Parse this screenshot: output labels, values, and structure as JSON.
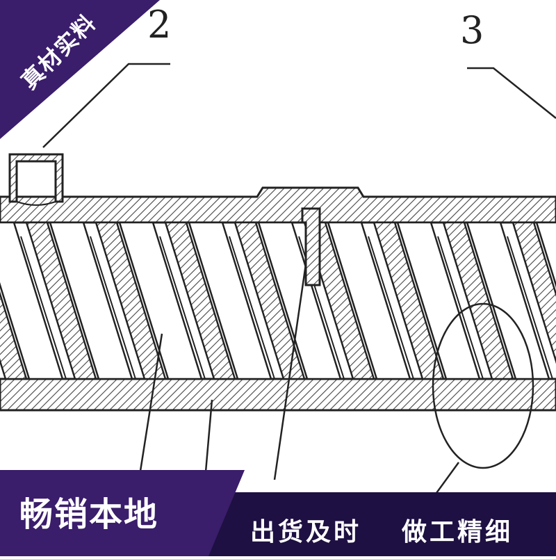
{
  "callouts": {
    "label_2": "2",
    "label_3": "3"
  },
  "badges": {
    "corner": "真材实料",
    "bottom_left": "畅销本地",
    "bottom_right_a": "出货及时",
    "bottom_right_b": "做工精细"
  },
  "colors": {
    "badge_purple": "#3a1d6b",
    "badge_dark": "#1e1042",
    "hatch": "#444444",
    "line": "#222222"
  }
}
